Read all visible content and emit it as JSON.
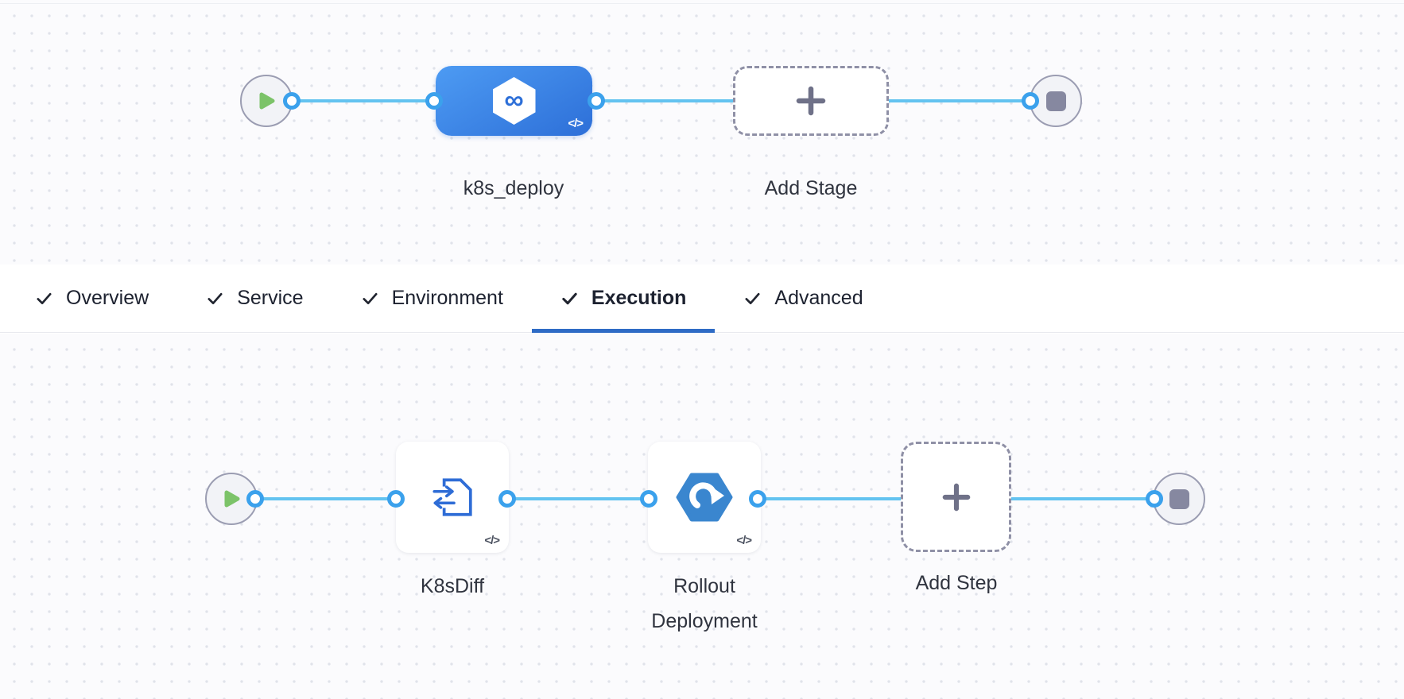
{
  "app": {
    "view": "pipeline-studio"
  },
  "glyphs": {
    "plus": "+",
    "infinity": "∞",
    "code_badge": "</>",
    "check": "✓"
  },
  "icons": {
    "play-icon": "green triangle (run pipeline start node)",
    "stop-icon": "gray rounded square (pipeline end node)",
    "harness-stage-icon": "white hexagon with blue infinity glyph",
    "k8s-diff-icon": "blue document with in/out swap arrows",
    "rollout-deployment-icon": "blue hexagon with white circular arrow",
    "plus-icon": "gray plus sign",
    "check-icon": "dark checkmark",
    "connector-point": "white circle with blue ring"
  },
  "colors": {
    "canvas_bg": "#fbfbfd",
    "canvas_dot": "#e0e3ea",
    "edge_blue": "#63c3f0",
    "connector_ring": "#3ba1ec",
    "stage_gradient_start": "#4d9bf3",
    "stage_gradient_end": "#2d6fd8",
    "node_border": "#9b9db2",
    "node_bg": "#f2f3f7",
    "play_green": "#7cc369",
    "stop_gray": "#8688a0",
    "dashed_border": "#8f90a6",
    "plus_gray": "#6f7188",
    "icon_blue": "#2e6cd6",
    "rollout_blue": "#3a86cf",
    "label_text": "#30343f",
    "tab_text": "#1d2230",
    "active_tab_underline": "#2e6bc5"
  },
  "stage_flow": {
    "stage_label": "k8s_deploy",
    "add_stage_label": "Add Stage"
  },
  "tabs": {
    "items": [
      {
        "label": "Overview",
        "checked": true,
        "active": false
      },
      {
        "label": "Service",
        "checked": true,
        "active": false
      },
      {
        "label": "Environment",
        "checked": true,
        "active": false
      },
      {
        "label": "Execution",
        "checked": true,
        "active": true
      },
      {
        "label": "Advanced",
        "checked": true,
        "active": false
      }
    ]
  },
  "execution_flow": {
    "steps": [
      {
        "label": "K8sDiff"
      },
      {
        "label": "Rollout Deployment"
      }
    ],
    "add_step_label": "Add Step"
  }
}
